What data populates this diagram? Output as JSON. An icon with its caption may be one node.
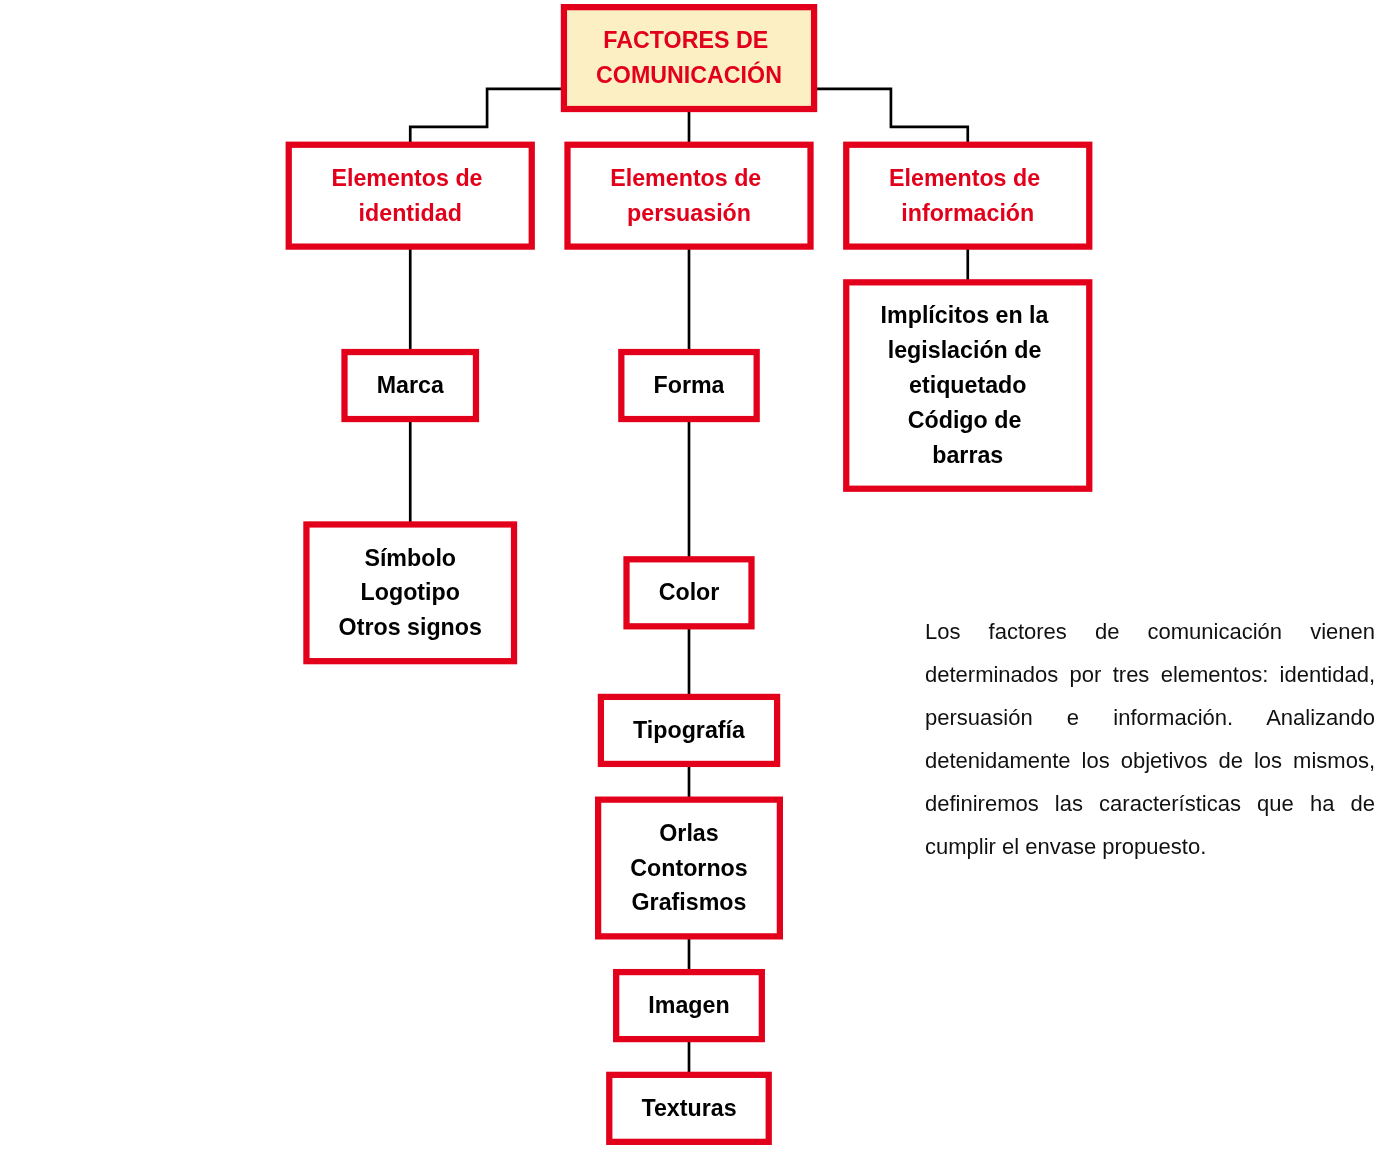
{
  "diagram": {
    "nodes": [
      {
        "text": [
          "FACTORES DE COMUNICACIÓN"
        ]
      },
      {
        "text": [
          "Elementos de identidad"
        ]
      },
      {
        "text": [
          "Elementos de persuasión"
        ]
      },
      {
        "text": [
          "Elementos de información"
        ]
      },
      {
        "text": [
          "Marca"
        ]
      },
      {
        "text": [
          "Símbolo",
          "Logotipo",
          "Otros signos"
        ]
      },
      {
        "text": [
          "Forma"
        ]
      },
      {
        "text": [
          "Color"
        ]
      },
      {
        "text": [
          "Tipografía"
        ]
      },
      {
        "text": [
          "Orlas",
          "Contornos",
          "Grafismos"
        ]
      },
      {
        "text": [
          "Imagen"
        ]
      },
      {
        "text": [
          "Texturas"
        ]
      },
      {
        "text": [
          "Implícitos en la legislación de etiquetado",
          "Código de barras"
        ]
      }
    ],
    "edges": [
      {
        "from": 0,
        "to": 1,
        "arrow": "none"
      },
      {
        "from": 0,
        "to": 2,
        "arrow": "none"
      },
      {
        "from": 0,
        "to": 3,
        "arrow": "none"
      },
      {
        "from": 1,
        "to": 4,
        "arrow": "none"
      },
      {
        "from": 4,
        "to": 5,
        "arrow": "none"
      },
      {
        "from": 2,
        "to": 6,
        "arrow": "none"
      },
      {
        "from": 6,
        "to": 7,
        "arrow": "none"
      },
      {
        "from": 7,
        "to": 8,
        "arrow": "none"
      },
      {
        "from": 8,
        "to": 9,
        "arrow": "none"
      },
      {
        "from": 9,
        "to": 10,
        "arrow": "none"
      },
      {
        "from": 10,
        "to": 11,
        "arrow": "none"
      },
      {
        "from": 3,
        "to": 12,
        "arrow": "none"
      }
    ],
    "labels": [
      "Los factores de comunicación vienen determinados por tres elementos: identidad, persuasión e información. Analizando detenidamente los objetivos de los mismos, definiremos las características que ha de cumplir el envase propuesto."
    ]
  }
}
